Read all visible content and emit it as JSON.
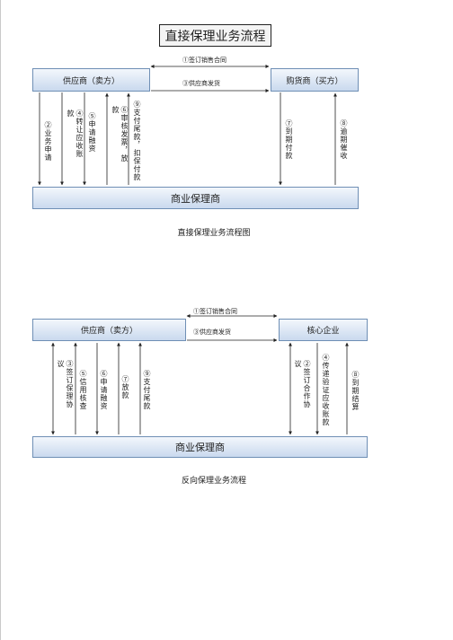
{
  "diagram1": {
    "title": "直接保理业务流程",
    "supplier": "供应商（卖方）",
    "buyer": "购货商（买方）",
    "factor": "商业保理商",
    "arrow_top": "①签订销售合同",
    "arrow_bottom": "③供应商发货",
    "steps": [
      "②业务申请",
      "④转让应收账款",
      "⑤申请融资",
      "⑥审核发票，放款",
      "⑨支付尾款，扣保付款",
      "⑦到期付款",
      "⑧逾期催收"
    ],
    "caption": "直接保理业务流程图"
  },
  "diagram2": {
    "supplier": "供应商（卖方）",
    "core": "核心企业",
    "factor": "商业保理商",
    "arrow_top": "①签订销售合同",
    "arrow_bottom": "③供应商发货",
    "steps": [
      "③签订保理协议",
      "⑤信用核查",
      "⑥申请融资",
      "⑦放款",
      "⑨支付尾款",
      "②签订合作协议",
      "④传递验证应收账款",
      "⑧到期结算"
    ],
    "caption": "反向保理业务流程"
  }
}
